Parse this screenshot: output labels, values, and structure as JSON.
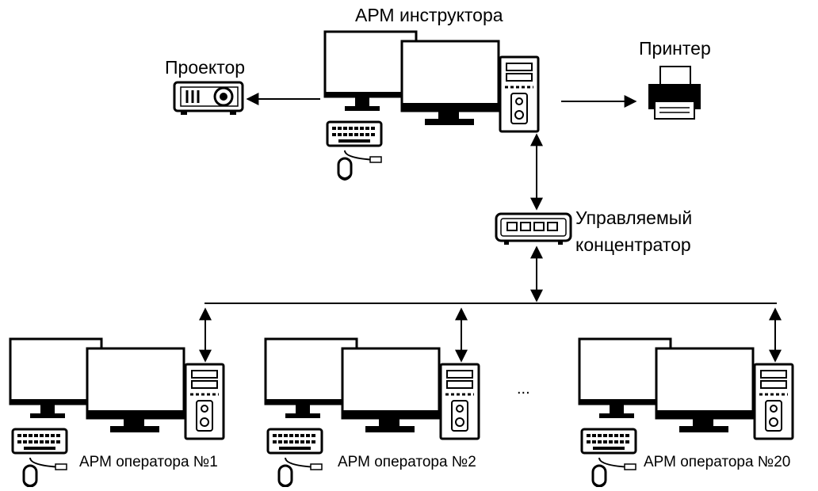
{
  "labels": {
    "instructor": "АРМ инструктора",
    "projector": "Проектор",
    "printer": "Принтер",
    "hub_line1": "Управляемый",
    "hub_line2": "концентратор",
    "operator1": "АРМ оператора №1",
    "operator2": "АРМ оператора №2",
    "operator20": "АРМ оператора №20",
    "ellipsis": "..."
  },
  "icons": [
    "monitor-icon",
    "system-unit-icon",
    "keyboard-icon",
    "mouse-icon",
    "projector-icon",
    "printer-icon",
    "network-hub-icon"
  ],
  "colors": {
    "stroke": "#000000",
    "background": "#ffffff"
  }
}
